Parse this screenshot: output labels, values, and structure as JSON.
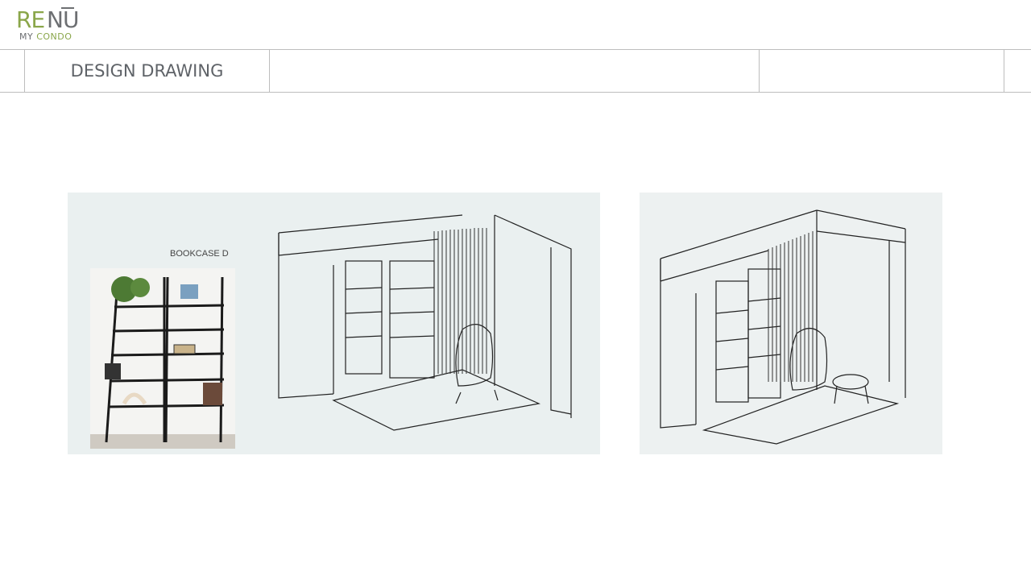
{
  "logo": {
    "brand_re": "RE",
    "brand_nu": "NU",
    "sub_my": "MY",
    "sub_condo": "CONDO"
  },
  "header": {
    "title": "DESIGN DRAWING"
  },
  "drawing_left": {
    "label": "BOOKCASE D"
  },
  "colors": {
    "brand_green": "#8aa64a",
    "brand_gray": "#6d6f72",
    "title_gray": "#5f6368",
    "rule": "#bdbdbd"
  }
}
